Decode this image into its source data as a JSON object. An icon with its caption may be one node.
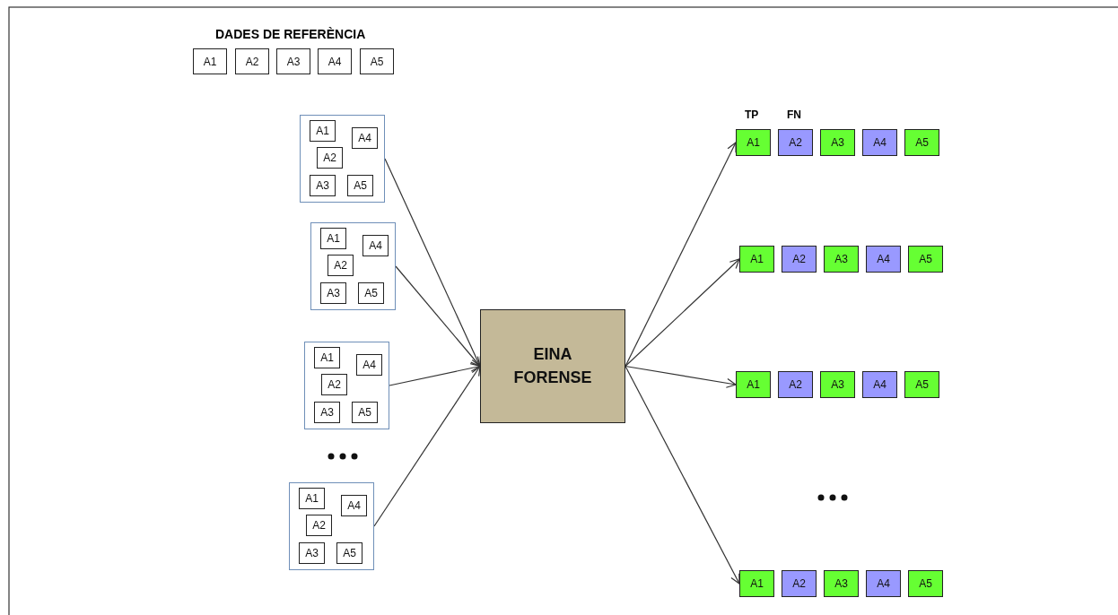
{
  "diagram": {
    "title": "DADES DE REFERÈNCIA",
    "nodes": [
      {
        "text": [
          "A1"
        ]
      },
      {
        "text": [
          "A2"
        ]
      },
      {
        "text": [
          "A3"
        ]
      },
      {
        "text": [
          "A4"
        ]
      },
      {
        "text": [
          "A5"
        ]
      },
      {
        "text": [],
        "shape": "box"
      },
      {
        "text": [
          "A1"
        ],
        "in": 5
      },
      {
        "text": [
          "A4"
        ],
        "in": 5
      },
      {
        "text": [
          "A2"
        ],
        "in": 5
      },
      {
        "text": [
          "A3"
        ],
        "in": 5
      },
      {
        "text": [
          "A5"
        ],
        "in": 5
      },
      {
        "text": [],
        "shape": "box"
      },
      {
        "text": [
          "A1"
        ],
        "in": 11
      },
      {
        "text": [
          "A4"
        ],
        "in": 11
      },
      {
        "text": [
          "A2"
        ],
        "in": 11
      },
      {
        "text": [
          "A3"
        ],
        "in": 11
      },
      {
        "text": [
          "A5"
        ],
        "in": 11
      },
      {
        "text": [],
        "shape": "box"
      },
      {
        "text": [
          "A1"
        ],
        "in": 17
      },
      {
        "text": [
          "A4"
        ],
        "in": 17
      },
      {
        "text": [
          "A2"
        ],
        "in": 17
      },
      {
        "text": [
          "A3"
        ],
        "in": 17
      },
      {
        "text": [
          "A5"
        ],
        "in": 17
      },
      {
        "text": [],
        "shape": "box"
      },
      {
        "text": [
          "A1"
        ],
        "in": 23
      },
      {
        "text": [
          "A4"
        ],
        "in": 23
      },
      {
        "text": [
          "A2"
        ],
        "in": 23
      },
      {
        "text": [
          "A3"
        ],
        "in": 23
      },
      {
        "text": [
          "A5"
        ],
        "in": 23
      },
      {
        "text": [
          "EINA FORENSE"
        ]
      },
      {
        "text": [
          "A1"
        ]
      },
      {
        "text": [
          "A2"
        ]
      },
      {
        "text": [
          "A3"
        ]
      },
      {
        "text": [
          "A4"
        ]
      },
      {
        "text": [
          "A5"
        ]
      },
      {
        "text": [
          "A1"
        ]
      },
      {
        "text": [
          "A2"
        ]
      },
      {
        "text": [
          "A3"
        ]
      },
      {
        "text": [
          "A4"
        ]
      },
      {
        "text": [
          "A5"
        ]
      },
      {
        "text": [
          "A1"
        ]
      },
      {
        "text": [
          "A2"
        ]
      },
      {
        "text": [
          "A3"
        ]
      },
      {
        "text": [
          "A4"
        ]
      },
      {
        "text": [
          "A5"
        ]
      },
      {
        "text": [
          "A1"
        ]
      },
      {
        "text": [
          "A2"
        ]
      },
      {
        "text": [
          "A3"
        ]
      },
      {
        "text": [
          "A4"
        ]
      },
      {
        "text": [
          "A5"
        ]
      }
    ],
    "edges": [
      {
        "from": 5,
        "to": 29,
        "arrow": "to"
      },
      {
        "from": 11,
        "to": 29,
        "arrow": "to"
      },
      {
        "from": 17,
        "to": 29,
        "arrow": "to"
      },
      {
        "from": 23,
        "to": 29,
        "arrow": "to"
      },
      {
        "from": 29,
        "to": 30,
        "arrow": "to"
      },
      {
        "from": 29,
        "to": 35,
        "arrow": "to"
      },
      {
        "from": 29,
        "to": 40,
        "arrow": "to"
      },
      {
        "from": 29,
        "to": 45,
        "arrow": "to"
      }
    ],
    "labels": [
      "TP",
      "FN"
    ]
  }
}
